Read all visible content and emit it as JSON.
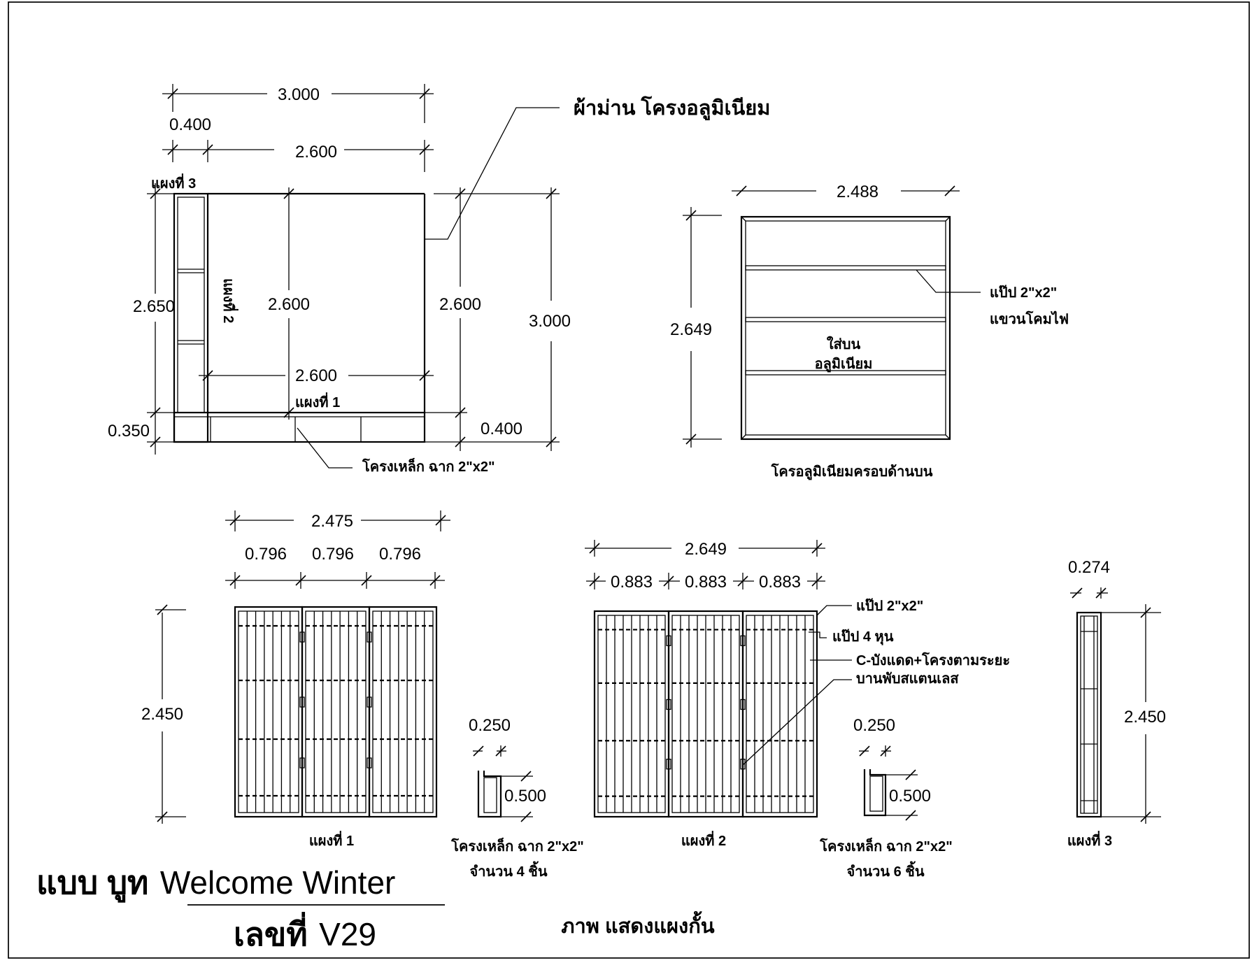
{
  "plan": {
    "dim_width_total": "3.000",
    "dim_width_small": "0.400",
    "dim_width_main": "2.600",
    "panel3_label": "แผงที่ 3",
    "panel2_label": "แผงที่ 2",
    "panel1_label": "แผงที่ 1",
    "dim_depth_left": "2.650",
    "dim_inner_depth": "2.600",
    "dim_right_depth": "2.600",
    "dim_total_depth": "3.000",
    "dim_inner_width": "2.600",
    "dim_front_left": "0.350",
    "dim_front_right": "0.400",
    "note_curtain": "ผ้าม่าน โครงอลูมิเนียม",
    "note_steel_frame": "โครงเหล็ก ฉาก 2\"x2\""
  },
  "roof": {
    "dim_width": "2.488",
    "dim_depth": "2.649",
    "note_pipe": "แป๊ป 2\"x2\"",
    "note_hang_light": "แขวนโคมไฟ",
    "note_center_1": "ใส่บน",
    "note_center_2": "อลูมิเนียม",
    "caption": "โครอลูมิเนียมครอบด้านบน"
  },
  "panel1": {
    "dim_total": "2.475",
    "dim_sections": [
      "0.796",
      "0.796",
      "0.796"
    ],
    "dim_height": "2.450",
    "caption": "แผงที่ 1"
  },
  "bracket1": {
    "dim_width": "0.250",
    "dim_height": "0.500",
    "caption_1": "โครงเหล็ก ฉาก 2\"x2\"",
    "caption_2": "จำนวน 4 ชิ้น"
  },
  "panel2": {
    "dim_total": "2.649",
    "dim_sections": [
      "0.883",
      "0.883",
      "0.883"
    ],
    "caption": "แผงที่ 2",
    "note_pipe": "แป๊ป 2\"x2\"",
    "note_pipe_small": "แป๊ป 4 หุน",
    "note_sunshade": "C-บังแดด+โครงตามระยะ",
    "note_hinge": "บานพับสแตนเลส"
  },
  "bracket2": {
    "dim_width": "0.250",
    "dim_height": "0.500",
    "caption_1": "โครงเหล็ก ฉาก 2\"x2\"",
    "caption_2": "จำนวน 6 ชิ้น"
  },
  "panel3": {
    "dim_width": "0.274",
    "dim_height": "2.450",
    "caption": "แผงที่ 3"
  },
  "title": {
    "prefix": "แบบ บูท",
    "name": "Welcome Winter",
    "number_label": "เลขที่",
    "number": "V29",
    "caption": "ภาพ แสดงแผงกั้น"
  }
}
